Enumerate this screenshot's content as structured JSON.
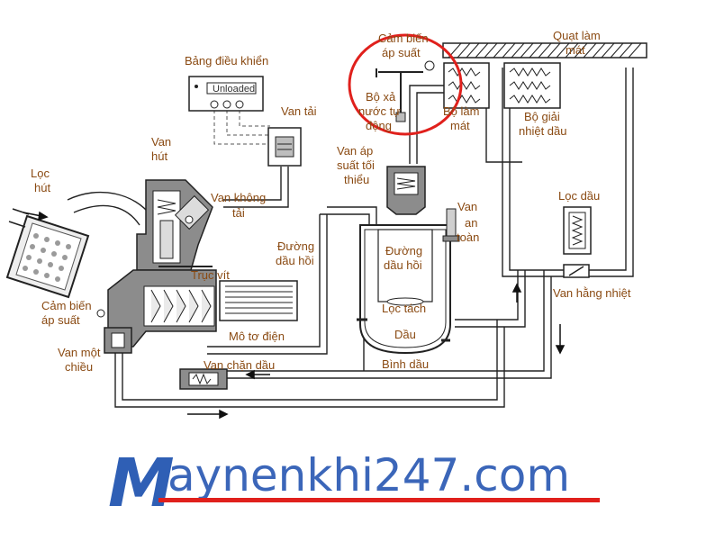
{
  "labels": {
    "control_panel": "Bảng điều khiển",
    "panel_status": "Unloaded",
    "load_valve": "Van tải",
    "suction_valve_l1": "Van",
    "suction_valve_l2": "hút",
    "intake_filter_l1": "Lọc",
    "intake_filter_l2": "hút",
    "unload_valve_l1": "Van không",
    "unload_valve_l2": "tải",
    "screw_shaft": "Trục vít",
    "pressure_sensor_left_l1": "Cảm biến",
    "pressure_sensor_left_l2": "áp suất",
    "check_valve_l1": "Van một",
    "check_valve_l2": "chiều",
    "motor": "Mô tơ điện",
    "oil_stop_valve": "Van chặn dầu",
    "oil_return_line_left_l1": "Đường",
    "oil_return_line_left_l2": "dầu hồi",
    "min_pressure_valve_l1": "Van áp",
    "min_pressure_valve_l2": "suất tối",
    "min_pressure_valve_l3": "thiểu",
    "safety_valve_l1": "Van",
    "safety_valve_l2": "an",
    "safety_valve_l3": "toàn",
    "oil_return_line_tank_l1": "Đường",
    "oil_return_line_tank_l2": "dầu hồi",
    "separator": "Lọc tách",
    "oil": "Dầu",
    "oil_tank": "Bình dầu",
    "pressure_sensor_top_l1": "Cảm biến",
    "pressure_sensor_top_l2": "áp suất",
    "drain_l1": "Bộ xả",
    "drain_l2": "nước tự",
    "drain_l3": "động",
    "air_cooler_l1": "Bộ làm",
    "air_cooler_l2": "mát",
    "cooling_fan_l1": "Quạt làm",
    "cooling_fan_l2": "mát",
    "oil_cooler_l1": "Bộ giải",
    "oil_cooler_l2": "nhiệt dầu",
    "oil_filter": "Lọc dầu",
    "thermostatic_valve": "Van hằng nhiệt"
  },
  "logo": {
    "initial": "M",
    "rest": "aynenkhi247.com"
  },
  "colors": {
    "label": "#8a4a12",
    "logo_blue": "#2f5fb5",
    "highlight_red": "#e0201c",
    "line": "#222222",
    "part_gray": "#8c8c8c"
  }
}
